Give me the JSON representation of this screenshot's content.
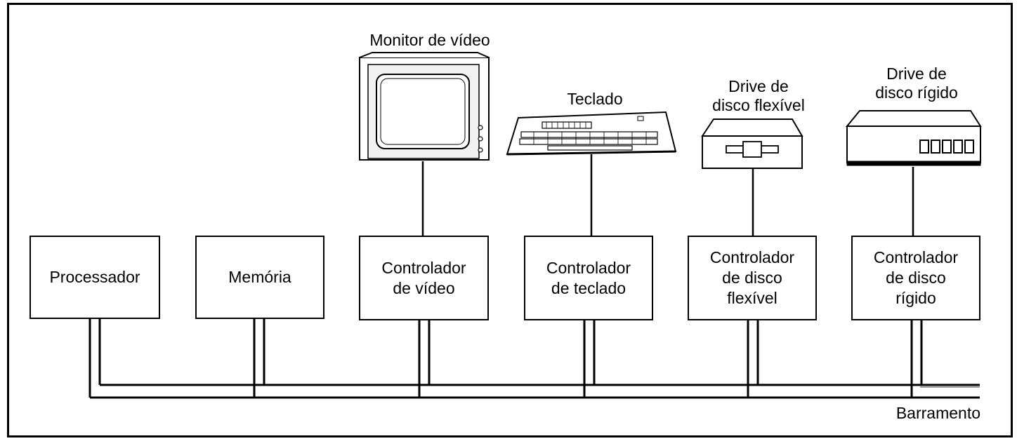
{
  "controllers": [
    {
      "id": "processor",
      "label": "Processador"
    },
    {
      "id": "memory",
      "label": "Memória"
    },
    {
      "id": "video-controller",
      "label": "Controlador\nde vídeo"
    },
    {
      "id": "keyboard-controller",
      "label": "Controlador\nde teclado"
    },
    {
      "id": "floppy-controller",
      "label": "Controlador\nde disco\nflexível"
    },
    {
      "id": "hard-disk-controller",
      "label": "Controlador\nde disco\nrígido"
    }
  ],
  "devices": [
    {
      "id": "video-monitor",
      "label": "Monitor de vídeo",
      "icon": "monitor-icon"
    },
    {
      "id": "keyboard",
      "label": "Teclado",
      "icon": "keyboard-icon"
    },
    {
      "id": "floppy-drive",
      "label": "Drive de\ndisco flexível",
      "icon": "floppy-drive-icon"
    },
    {
      "id": "hard-drive",
      "label": "Drive de\ndisco rígido",
      "icon": "hard-drive-icon"
    }
  ],
  "bus": {
    "label": "Barramento"
  },
  "colors": {
    "stroke": "#000000",
    "background": "#ffffff",
    "device_fill": "#f2f2f2"
  }
}
